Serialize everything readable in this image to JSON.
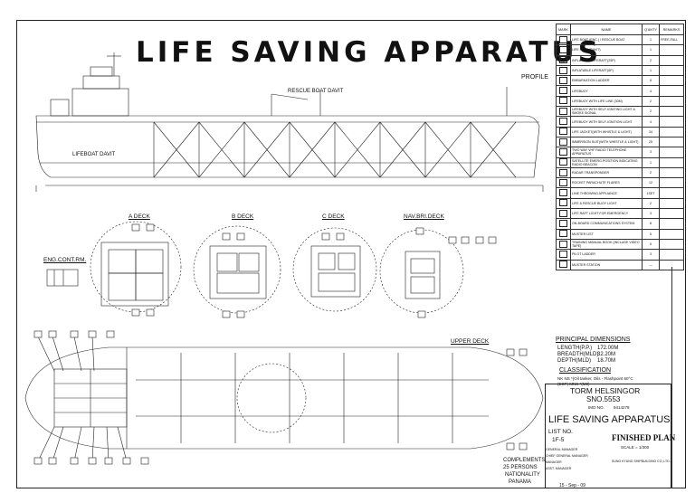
{
  "title": "LIFE SAVING APPARATUS",
  "labels": {
    "profile": "PROFILE",
    "a_deck": "A DECK",
    "b_deck": "B DECK",
    "c_deck": "C DECK",
    "nav_bri_deck": "NAV.BRI.DECK",
    "eng_cont_rm": "ENG.CONT.RM.",
    "upper_deck": "UPPER DECK",
    "lifeboat_davit": "LIFEBOAT DAVIT",
    "rescue_boat_davit": "RESCUE BOAT DAVIT"
  },
  "legend": {
    "headers": [
      "MARK",
      "NAME",
      "Q'ANTY",
      "REMARKS"
    ],
    "rows": [
      {
        "name": "LIFE BOAT (ENC.) / RESCUE BOAT",
        "qty": "1",
        "remarks": "FREE-FALL"
      },
      {
        "name": "LIFE RAFT (DAVIT)",
        "qty": "1",
        "remarks": ""
      },
      {
        "name": "INFLATABLE LIFERAFT(25P)",
        "qty": "2",
        "remarks": ""
      },
      {
        "name": "INFLATABLE LIFERAFT(6P)",
        "qty": "1",
        "remarks": ""
      },
      {
        "name": "EMBARKATION LADDER",
        "qty": "5",
        "remarks": ""
      },
      {
        "name": "LIFEBUOY",
        "qty": "4",
        "remarks": ""
      },
      {
        "name": "LIFEBUOY WITH LIFE LINE (30M)",
        "qty": "2",
        "remarks": ""
      },
      {
        "name": "LIFEBUOY WITH SELF-IGNITING LIGHT & SMOKE SIGNAL",
        "qty": "2",
        "remarks": ""
      },
      {
        "name": "LIFEBUOY WITH SELF-IGNITION LIGHT",
        "qty": "4",
        "remarks": ""
      },
      {
        "name": "LIFE JACKET(WITH WHISTLE & LIGHT)",
        "qty": "34",
        "remarks": ""
      },
      {
        "name": "IMMERSION SUIT(WITH WHISTLE & LIGHT)",
        "qty": "25",
        "remarks": ""
      },
      {
        "name": "TWO WAY VHF RADIO TELEPHONE APPARATUS",
        "qty": "3",
        "remarks": ""
      },
      {
        "name": "SATELLITE EMERG.POSITION INDICATING RADIO BEACON",
        "qty": "1",
        "remarks": ""
      },
      {
        "name": "RADAR TRANSPONDER",
        "qty": "2",
        "remarks": ""
      },
      {
        "name": "ROCKET PARACHUTE FLARES",
        "qty": "12",
        "remarks": ""
      },
      {
        "name": "LINE THROWING APPLIANCE",
        "qty": "1SET",
        "remarks": ""
      },
      {
        "name": "LIFE & RESCUE BUOY LIGHT",
        "qty": "2",
        "remarks": ""
      },
      {
        "name": "LIFE RAFT LIGHT FOR EMERGENCY",
        "qty": "3",
        "remarks": ""
      },
      {
        "name": "ON-BOARD COMMUNICATIONS SYSTEM",
        "qty": "8",
        "remarks": ""
      },
      {
        "name": "MUSTER LIST",
        "qty": "5",
        "remarks": ""
      },
      {
        "name": "TRAINING MANUAL BOOK (INCLUDE VIDEO TAPE)",
        "qty": "5",
        "remarks": ""
      },
      {
        "name": "PILOT LADDER",
        "qty": "3",
        "remarks": ""
      },
      {
        "name": "MUSTER STATION",
        "qty": "—",
        "remarks": ""
      }
    ]
  },
  "principal": {
    "heading": "PRINCIPAL DIMENSIONS",
    "length": "LENGTH(P.P.)",
    "length_val": "172.00M",
    "breadth": "BREADTH(MLD)",
    "breadth_val": "32.20M",
    "depth": "DEPTH(MLD)",
    "depth_val": "18.70M",
    "class_heading": "CLASSIFICATION",
    "class_line1": "NK NS *(Oil tanker, Oils - Flashpoint 60°C",
    "class_line2": "(ESP) MNS *(M0)"
  },
  "title_block": {
    "ship_name": "TORM HELSINGOR",
    "ship_no": "SNO.5553",
    "imo_label": "IMO NO.",
    "imo_no": "9414278",
    "drawing_title": "LIFE SAVING APPARATUS",
    "list_no_label": "LIST NO.",
    "list_no": "1F-5",
    "plan_type": "FINISHED PLAN",
    "scale": "SCALE = 1/300",
    "general_manager": "GENERAL MANAGER",
    "chief_general_manager": "CHIEF GENERAL MANAGER",
    "manager": "MANAGER",
    "asst_manager": "ASST. MANAGER",
    "complements_label": "COMPLEMENTS",
    "complements": "25 PERSONS",
    "nationality_label": "NATIONALITY",
    "nationality": "PANAMA",
    "date": "15 - Sep - 09",
    "company": "SUNG KYUNG SHIPBUILDING CO.,LTD."
  }
}
